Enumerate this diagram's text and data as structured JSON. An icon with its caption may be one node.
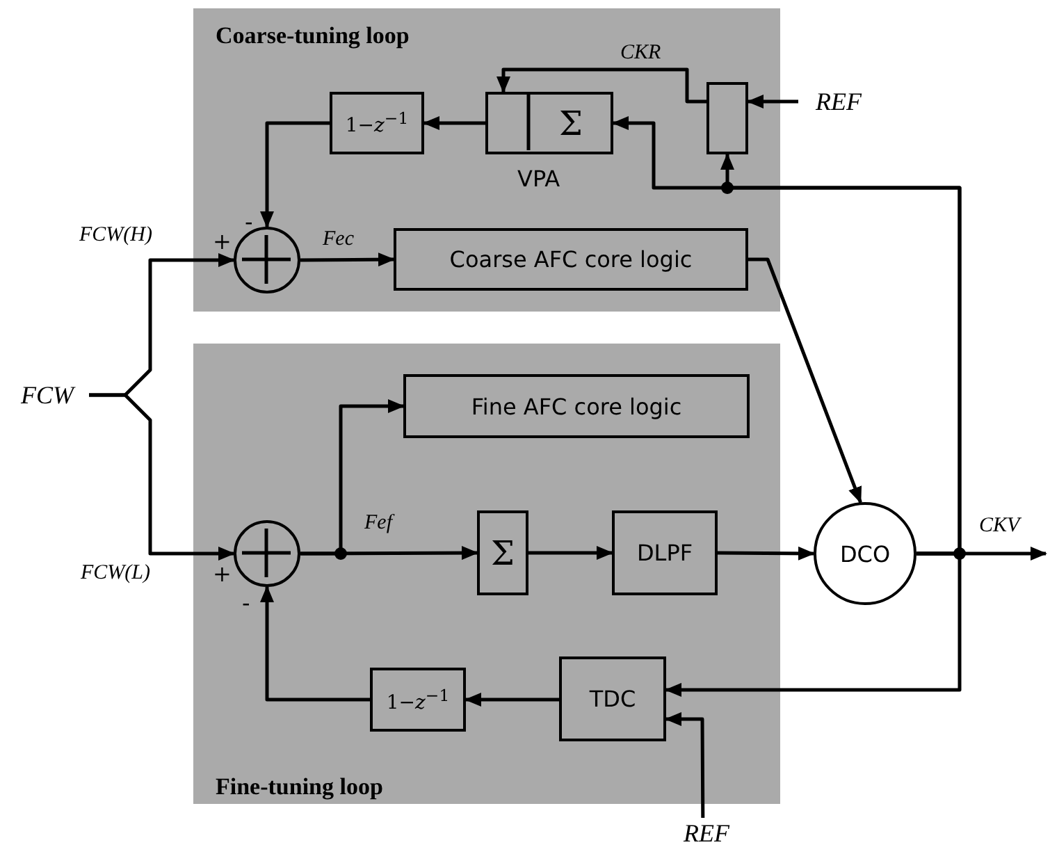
{
  "diagram": {
    "nodes": [
      {
        "text": [
          "Coarse-tuning loop"
        ]
      },
      {
        "text": [
          "1−*z*$^{−1}$"
        ],
        "in": 0
      },
      {
        "text": [
          "Σ"
        ],
        "beside": [
          "VPA"
        ],
        "in": 0
      },
      {
        "text": [],
        "shape": "box",
        "in": 0
      },
      {
        "text": [
          "REF"
        ]
      },
      {
        "text": [],
        "shape": "circle",
        "beside": [
          "+",
          "-"
        ],
        "in": 0
      },
      {
        "text": [
          "Coarse AFC core logic"
        ],
        "in": 0
      },
      {
        "text": [
          "FCW"
        ]
      },
      {
        "text": [
          "Fine-tuning loop"
        ]
      },
      {
        "text": [
          "Fine AFC core logic"
        ],
        "in": 8
      },
      {
        "text": [],
        "shape": "circle",
        "beside": [
          "+",
          "-"
        ],
        "in": 8
      },
      {
        "text": [
          "Σ"
        ],
        "in": 8
      },
      {
        "text": [
          "DLPF"
        ],
        "in": 8
      },
      {
        "text": [
          "DCO"
        ]
      },
      {
        "text": [
          "1−*z*$^{−1}$"
        ],
        "in": 8
      },
      {
        "text": [
          "TDC"
        ],
        "in": 8
      },
      {
        "text": [
          "REF"
        ]
      }
    ],
    "edges": [
      {
        "from": 7,
        "to": 5,
        "label": "FCW(H)",
        "arrow": "to"
      },
      {
        "from": 7,
        "to": 10,
        "label": "FCW(L)",
        "arrow": "to"
      },
      {
        "from": 1,
        "to": 5,
        "arrow": "to"
      },
      {
        "from": 2,
        "to": 1,
        "arrow": "to"
      },
      {
        "from": 3,
        "to": 2,
        "label": "CKR",
        "arrow": "to"
      },
      {
        "from": 4,
        "to": 3,
        "arrow": "to"
      },
      {
        "from": 13,
        "to": 2,
        "arrow": "to"
      },
      {
        "from": 13,
        "to": 3,
        "arrow": "to"
      },
      {
        "from": 5,
        "to": 6,
        "label": "Fec",
        "arrow": "to"
      },
      {
        "from": 6,
        "to": 13,
        "arrow": "to"
      },
      {
        "from": 10,
        "to": 9,
        "arrow": "to"
      },
      {
        "from": 10,
        "to": 11,
        "label": "Fef",
        "arrow": "to"
      },
      {
        "from": 11,
        "to": 12,
        "arrow": "to"
      },
      {
        "from": 12,
        "to": 13,
        "arrow": "to"
      },
      {
        "from": 13,
        "to": null,
        "label": "CKV",
        "arrow": "to"
      },
      {
        "from": 13,
        "to": 15,
        "arrow": "to"
      },
      {
        "from": 16,
        "to": 15,
        "arrow": "to"
      },
      {
        "from": 15,
        "to": 14,
        "arrow": "to"
      },
      {
        "from": 14,
        "to": 10,
        "arrow": "to"
      }
    ]
  }
}
